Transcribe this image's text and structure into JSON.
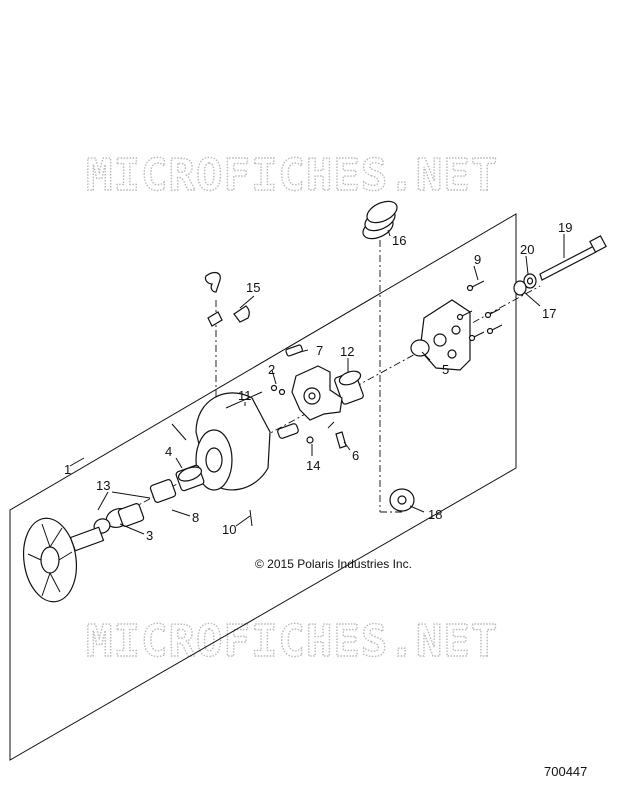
{
  "watermark": {
    "text": "MICROFICHES.NET",
    "color": "#b9b9b9"
  },
  "copyright": "© 2015 Polaris Industries Inc.",
  "drawing_number": "700447",
  "callouts": {
    "c1": "1",
    "c2": "2",
    "c3": "3",
    "c4": "4",
    "c5": "5",
    "c6": "6",
    "c7": "7",
    "c8": "8",
    "c9": "9",
    "c10": "10",
    "c11": "11",
    "c12": "12",
    "c13": "13",
    "c14": "14",
    "c15": "15",
    "c16": "16",
    "c17": "17",
    "c18": "18",
    "c19": "19",
    "c20": "20"
  },
  "colors": {
    "line": "#111111",
    "background": "#ffffff"
  }
}
